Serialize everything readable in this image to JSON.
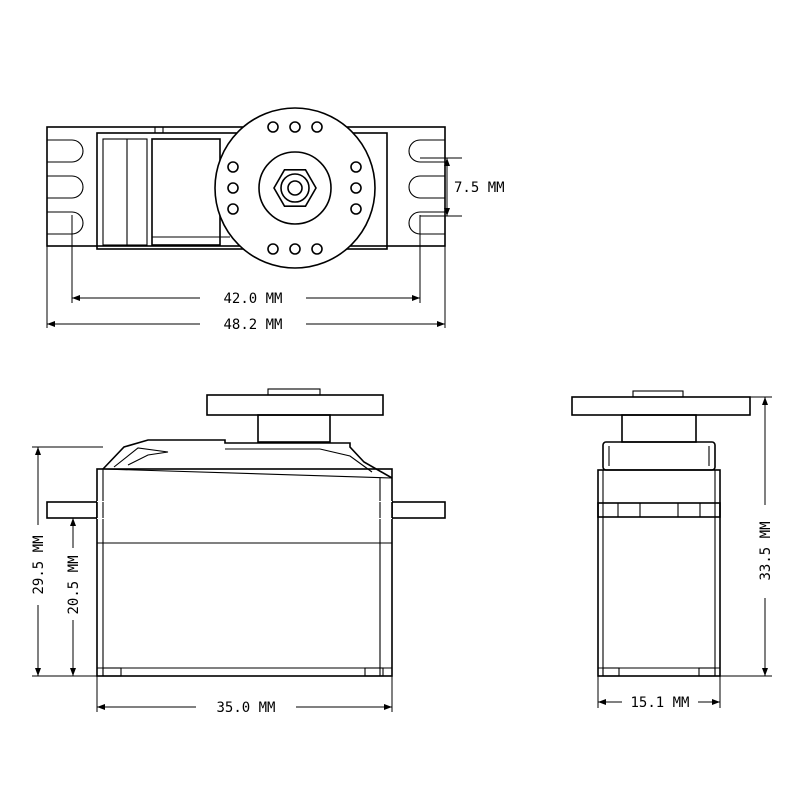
{
  "drawing": {
    "dimensions": {
      "slot_pitch": "7.5 MM",
      "mount_hole_spacing": "42.0 MM",
      "overall_length": "48.2 MM",
      "body_length": "35.0 MM",
      "overall_height": "29.5 MM",
      "body_height": "20.5 MM",
      "total_height": "33.5 MM",
      "body_width": "15.1 MM"
    }
  }
}
